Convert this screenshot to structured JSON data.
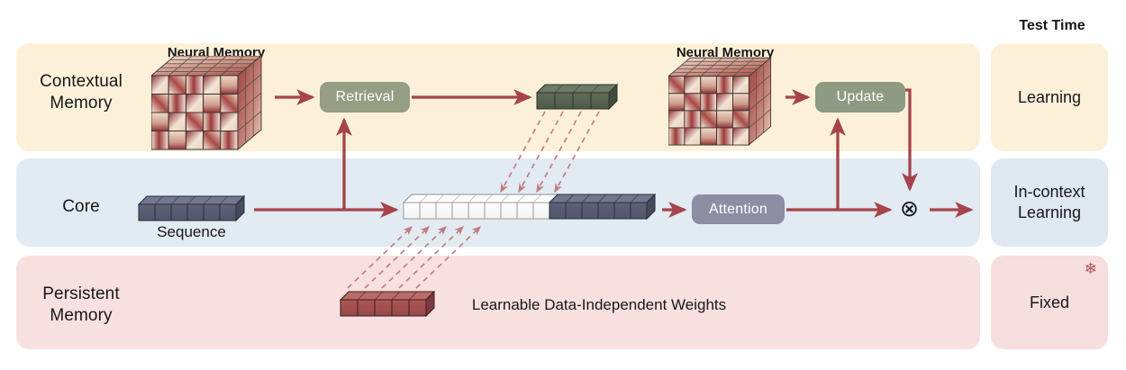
{
  "diagram": {
    "title_right_header": "Test Time",
    "rows": [
      {
        "id": "contextual",
        "label": "Contextual\nMemory",
        "bg": "#fcf1d8",
        "right_label": "Learning",
        "right_bg": "#fcf1d8"
      },
      {
        "id": "core",
        "label": "Core",
        "bg": "#e2eaf2",
        "right_label": "In-context\nLearning",
        "right_bg": "#dfe8f1"
      },
      {
        "id": "persistent",
        "label": "Persistent\nMemory",
        "bg": "#f8e0e0",
        "right_label": "Fixed",
        "right_bg": "#f6dede"
      }
    ],
    "blocks": {
      "retrieval": {
        "label": "Retrieval",
        "color": "#959d83"
      },
      "update": {
        "label": "Update",
        "color": "#8e9a81"
      },
      "attention": {
        "label": "Attention",
        "color": "#8d8da4"
      }
    },
    "captions": {
      "neural_memory_left": "Neural Memory",
      "neural_memory_right": "Neural Memory",
      "sequence": "Sequence",
      "learnable_weights": "Learnable Data-Independent Weights"
    },
    "icons": {
      "snowflake": "❄",
      "tensor_product": "⊗"
    },
    "cubes": {
      "neural_memory_grid": {
        "cols": 5,
        "rows": 4,
        "depth": 3
      },
      "retrieved_bar": {
        "count": 4,
        "color": "#5d6b56"
      },
      "sequence_bar": {
        "count": 6,
        "color": "#5c6078"
      },
      "persistent_bar": {
        "count": 5,
        "color": "#a8504f"
      },
      "combined_bar": {
        "white_count": 9,
        "dark_count": 6,
        "white_color": "#fbfbfb",
        "dark_color": "#5c6078"
      }
    },
    "colors": {
      "arrow": "#a5444a",
      "dashed_arrow": "#c08084",
      "text": "#17171a"
    }
  }
}
